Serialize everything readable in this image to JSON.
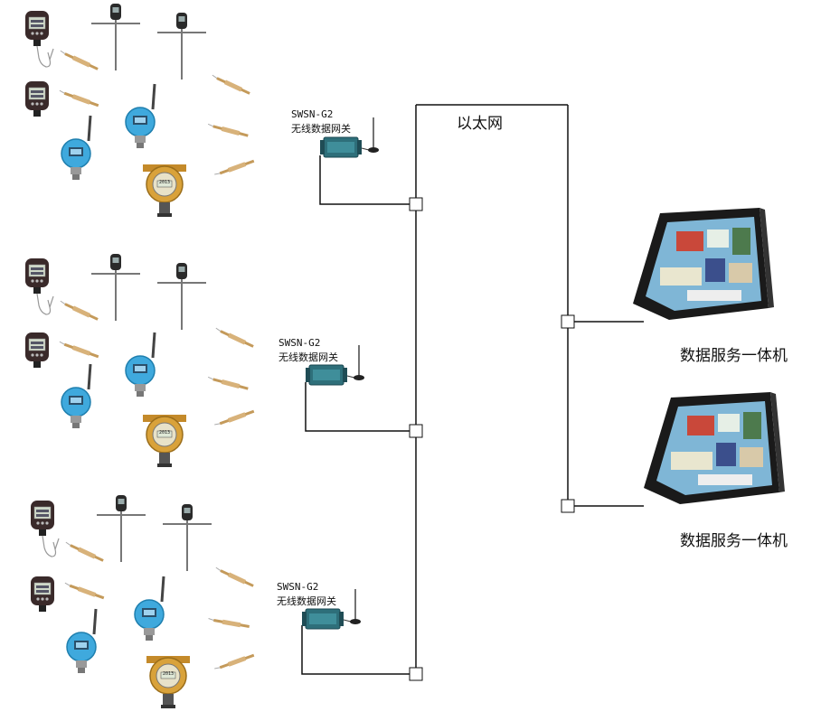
{
  "network": {
    "ethernet_label": "以太网"
  },
  "gateways": [
    {
      "model": "SWSN-G2",
      "name": "无线数据网关"
    },
    {
      "model": "SWSN-G2",
      "name": "无线数据网关"
    },
    {
      "model": "SWSN-G2",
      "name": "无线数据网关"
    }
  ],
  "servers": [
    {
      "label": "数据服务一体机"
    },
    {
      "label": "数据服务一体机"
    }
  ],
  "sensor_clusters": [
    {
      "gas_detector_display": "2013"
    },
    {
      "gas_detector_display": "2013"
    },
    {
      "gas_detector_display": "2013"
    }
  ],
  "icons": {
    "gauge": "digital-pressure-gauge-icon",
    "probe": "t-probe-sensor-icon",
    "transmitter": "wireless-transmitter-icon",
    "gas": "gas-detector-icon",
    "antenna": "wireless-antenna-icon",
    "gateway": "gateway-device-icon",
    "panel": "touch-panel-computer-icon"
  },
  "colors": {
    "wire": "#111111",
    "gauge_body": "#3a2a2a",
    "transmitter": "#3fa9dd",
    "gas_body": "#d9a23a",
    "gateway_body": "#2e6f7a",
    "panel_frame": "#1a1a1a",
    "panel_screen": "#7fb6d6"
  }
}
